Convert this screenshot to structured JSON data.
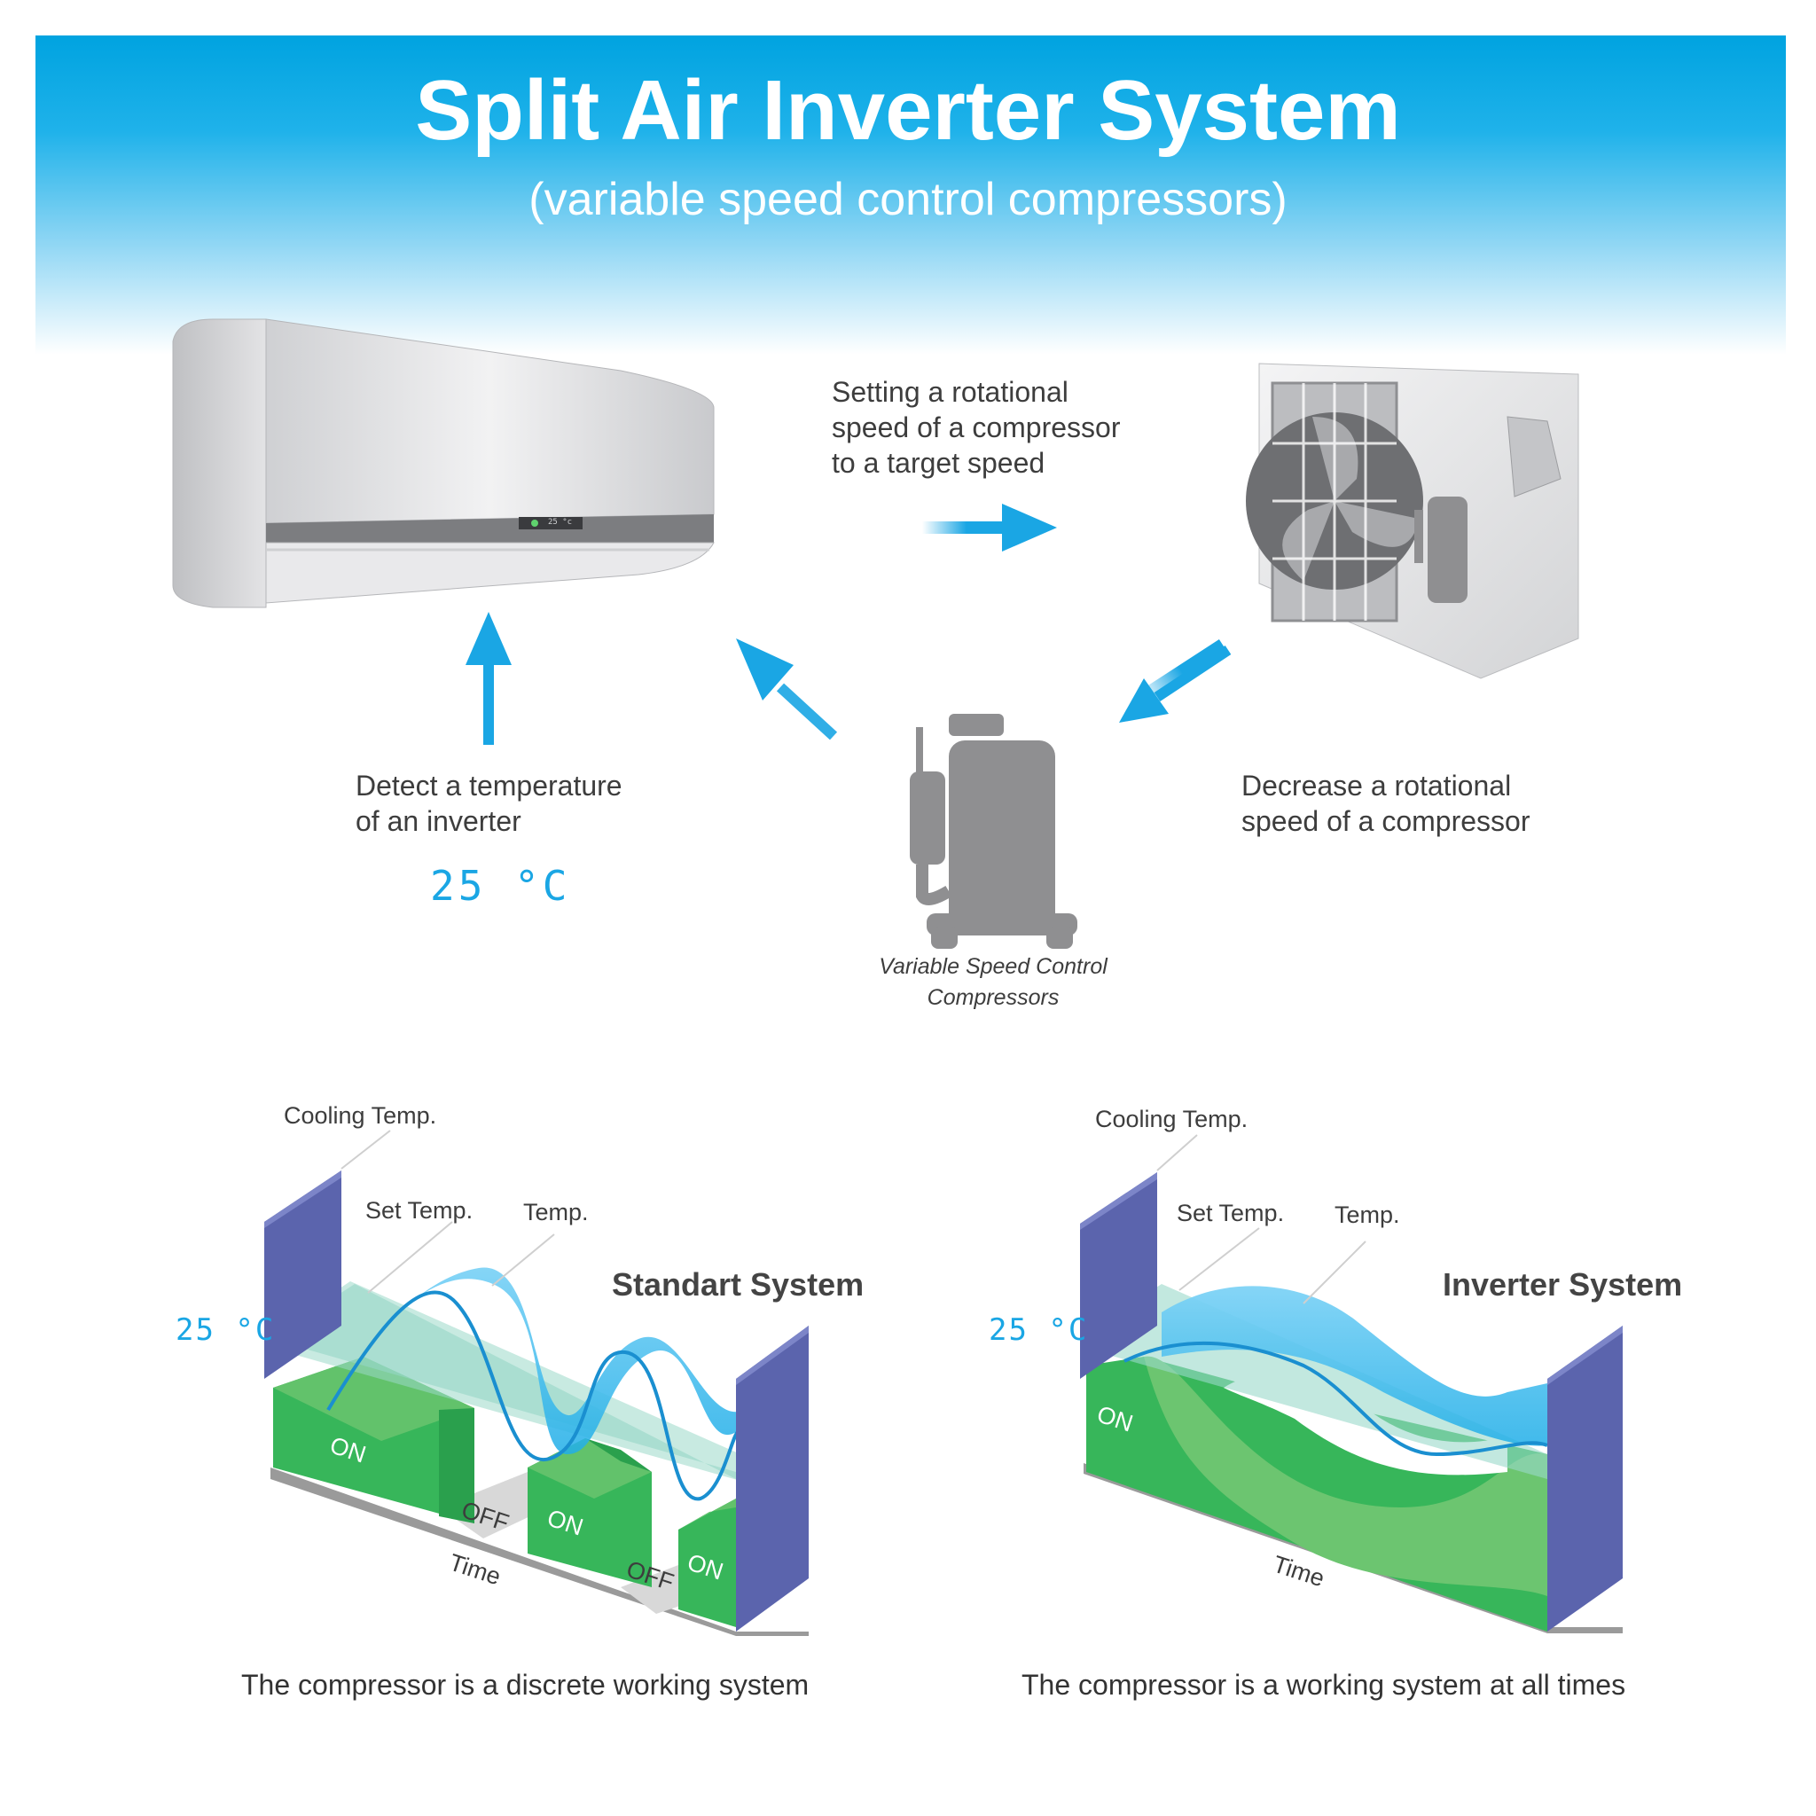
{
  "header": {
    "title": "Split Air Inverter System",
    "subtitle": "(variable speed control compressors)"
  },
  "indoor_unit": {
    "display": "25 °c"
  },
  "steps": {
    "set_speed": [
      "Setting a rotational",
      "speed of a compressor",
      "to a target speed"
    ],
    "decrease_speed": [
      "Decrease a rotational",
      "speed of a compressor"
    ],
    "detect_temp": [
      "Detect a temperature",
      "of an inverter"
    ],
    "temp_readout": "25 °C"
  },
  "compressor": {
    "caption": [
      "Variable Speed Control",
      "Compressors"
    ]
  },
  "standard_chart": {
    "system_name": "Standart System",
    "cooling_temp_label": "Cooling Temp.",
    "set_temp_label": "Set Temp.",
    "temp_label": "Temp.",
    "temp_readout": "25 °C",
    "time_label": "Time",
    "states": [
      "ON",
      "OFF",
      "ON",
      "OFF",
      "ON"
    ],
    "caption": "The compressor is a discrete working system"
  },
  "inverter_chart": {
    "system_name": "Inverter System",
    "cooling_temp_label": "Cooling Temp.",
    "set_temp_label": "Set Temp.",
    "temp_label": "Temp.",
    "temp_readout": "25 °C",
    "time_label": "Time",
    "state": "ON",
    "caption": "The compressor is a working system at all times"
  },
  "colors": {
    "header_blue": "#00a3e0",
    "arrow_blue": "#1aa6e4",
    "wall_purple": "#5b64ad",
    "on_green": "#3cb95c",
    "compressor_gray": "#8f8f91"
  }
}
